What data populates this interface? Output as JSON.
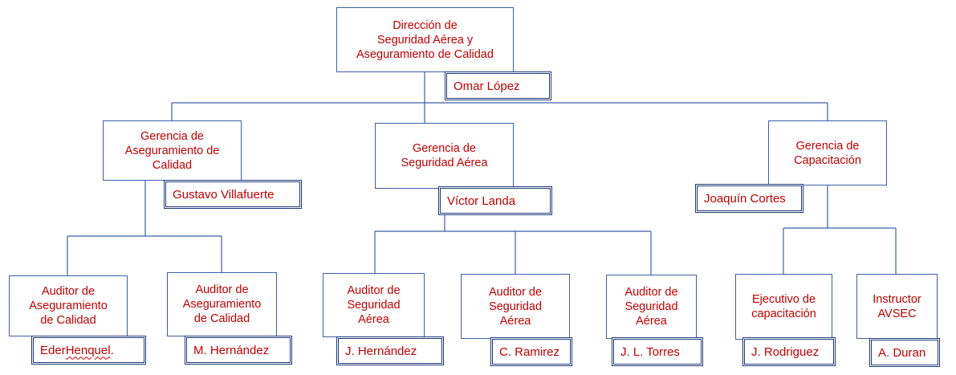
{
  "colors": {
    "text": "#c00000",
    "line": "#3b5fa8",
    "name_border": "#1f3a7a"
  },
  "director": {
    "role": "Dirección de\nSeguridad Aérea y\nAseguramiento de Calidad",
    "name": "Omar López"
  },
  "managers": [
    {
      "role": "Gerencia de\nAseguramiento de\nCalidad",
      "name": "Gustavo Villafuerte"
    },
    {
      "role": "Gerencia de\nSeguridad Aérea",
      "name": "Víctor Landa"
    },
    {
      "role": "Gerencia de\nCapacitación",
      "name": "Joaquín Cortes"
    }
  ],
  "staff": [
    {
      "role": "Auditor de\nAseguramiento\nde Calidad",
      "name_prefix": "Eder ",
      "name_flagged": "Henquel",
      "name_suffix": "."
    },
    {
      "role": "Auditor de\nAseguramiento\nde Calidad",
      "name": "M. Hernández"
    },
    {
      "role": "Auditor de\nSeguridad\nAérea",
      "name": "J. Hernández"
    },
    {
      "role": "Auditor de\nSeguridad\nAérea",
      "name": "C. Ramirez"
    },
    {
      "role": "Auditor de\nSeguridad\nAérea",
      "name": "J. L. Torres"
    },
    {
      "role": "Ejecutivo de\ncapacitación",
      "name": "J. Rodriguez"
    },
    {
      "role": "Instructor\nAVSEC",
      "name": "A. Duran"
    }
  ]
}
